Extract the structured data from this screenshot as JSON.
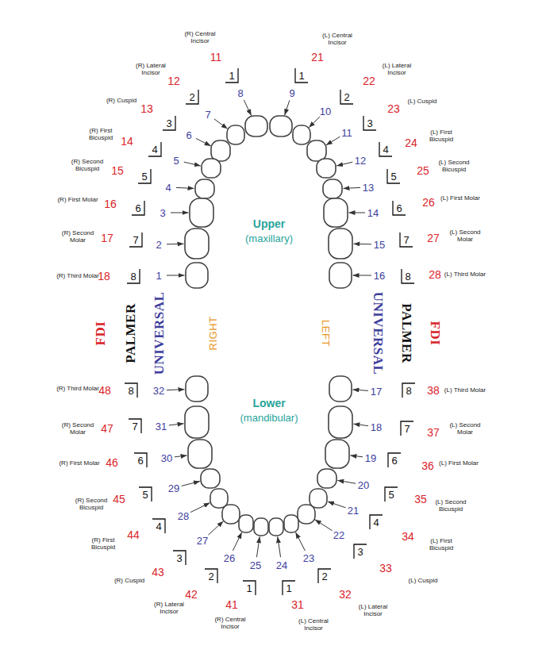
{
  "diagram": {
    "labels": [
      "(R) Central Incisor",
      "11",
      "1",
      "8",
      "(R) Lateral Incisor",
      "12",
      "2",
      "7",
      "(R) Cuspid",
      "13",
      "3",
      "6",
      "(R) First Bicuspid",
      "14",
      "4",
      "5",
      "(R) Second Bicuspid",
      "15",
      "5",
      "4",
      "(R) First Molar",
      "16",
      "6",
      "3",
      "(R) Second Molar",
      "17",
      "7",
      "2",
      "(R) Third Molar",
      "18",
      "8",
      "1",
      "(L) Central Incisor",
      "21",
      "1",
      "9",
      "(L) Lateral Incisor",
      "22",
      "2",
      "10",
      "(L) Cuspid",
      "23",
      "3",
      "11",
      "(L) First Bicuspid",
      "24",
      "4",
      "12",
      "(L) Second Bicuspid",
      "25",
      "5",
      "13",
      "(L) First Molar",
      "26",
      "6",
      "14",
      "(L) Second Molar",
      "27",
      "7",
      "15",
      "(L) Third Molar",
      "28",
      "8",
      "16",
      "(R) Central Incisor",
      "41",
      "1",
      "25",
      "(R) Lateral Incisor",
      "42",
      "2",
      "26",
      "(R) Cuspid",
      "43",
      "3",
      "27",
      "(R) First Bicuspid",
      "44",
      "4",
      "28",
      "(R) Second Bicuspid",
      "45",
      "5",
      "29",
      "(R) First Molar",
      "46",
      "6",
      "30",
      "(R) Second Molar",
      "47",
      "7",
      "31",
      "(R) Third Molar",
      "48",
      "8",
      "32",
      "(L) Central Incisor",
      "31",
      "1",
      "24",
      "(L) Lateral Incisor",
      "32",
      "2",
      "23",
      "(L) Cuspid",
      "33",
      "3",
      "22",
      "(L) First Bicuspid",
      "34",
      "4",
      "21",
      "(L) Second Bicuspid",
      "35",
      "5",
      "20",
      "(L) First Molar",
      "36",
      "6",
      "19",
      "(L) Second Molar",
      "37",
      "7",
      "18",
      "(L) Third Molar",
      "38",
      "8",
      "17",
      "Upper",
      "(maxillary)",
      "Lower",
      "(mandibular)",
      "FDI",
      "PALMER",
      "UNIVERSAL",
      "RIGHT",
      "LEFT",
      "UNIVERSAL",
      "PALMER",
      "FDI"
    ]
  }
}
